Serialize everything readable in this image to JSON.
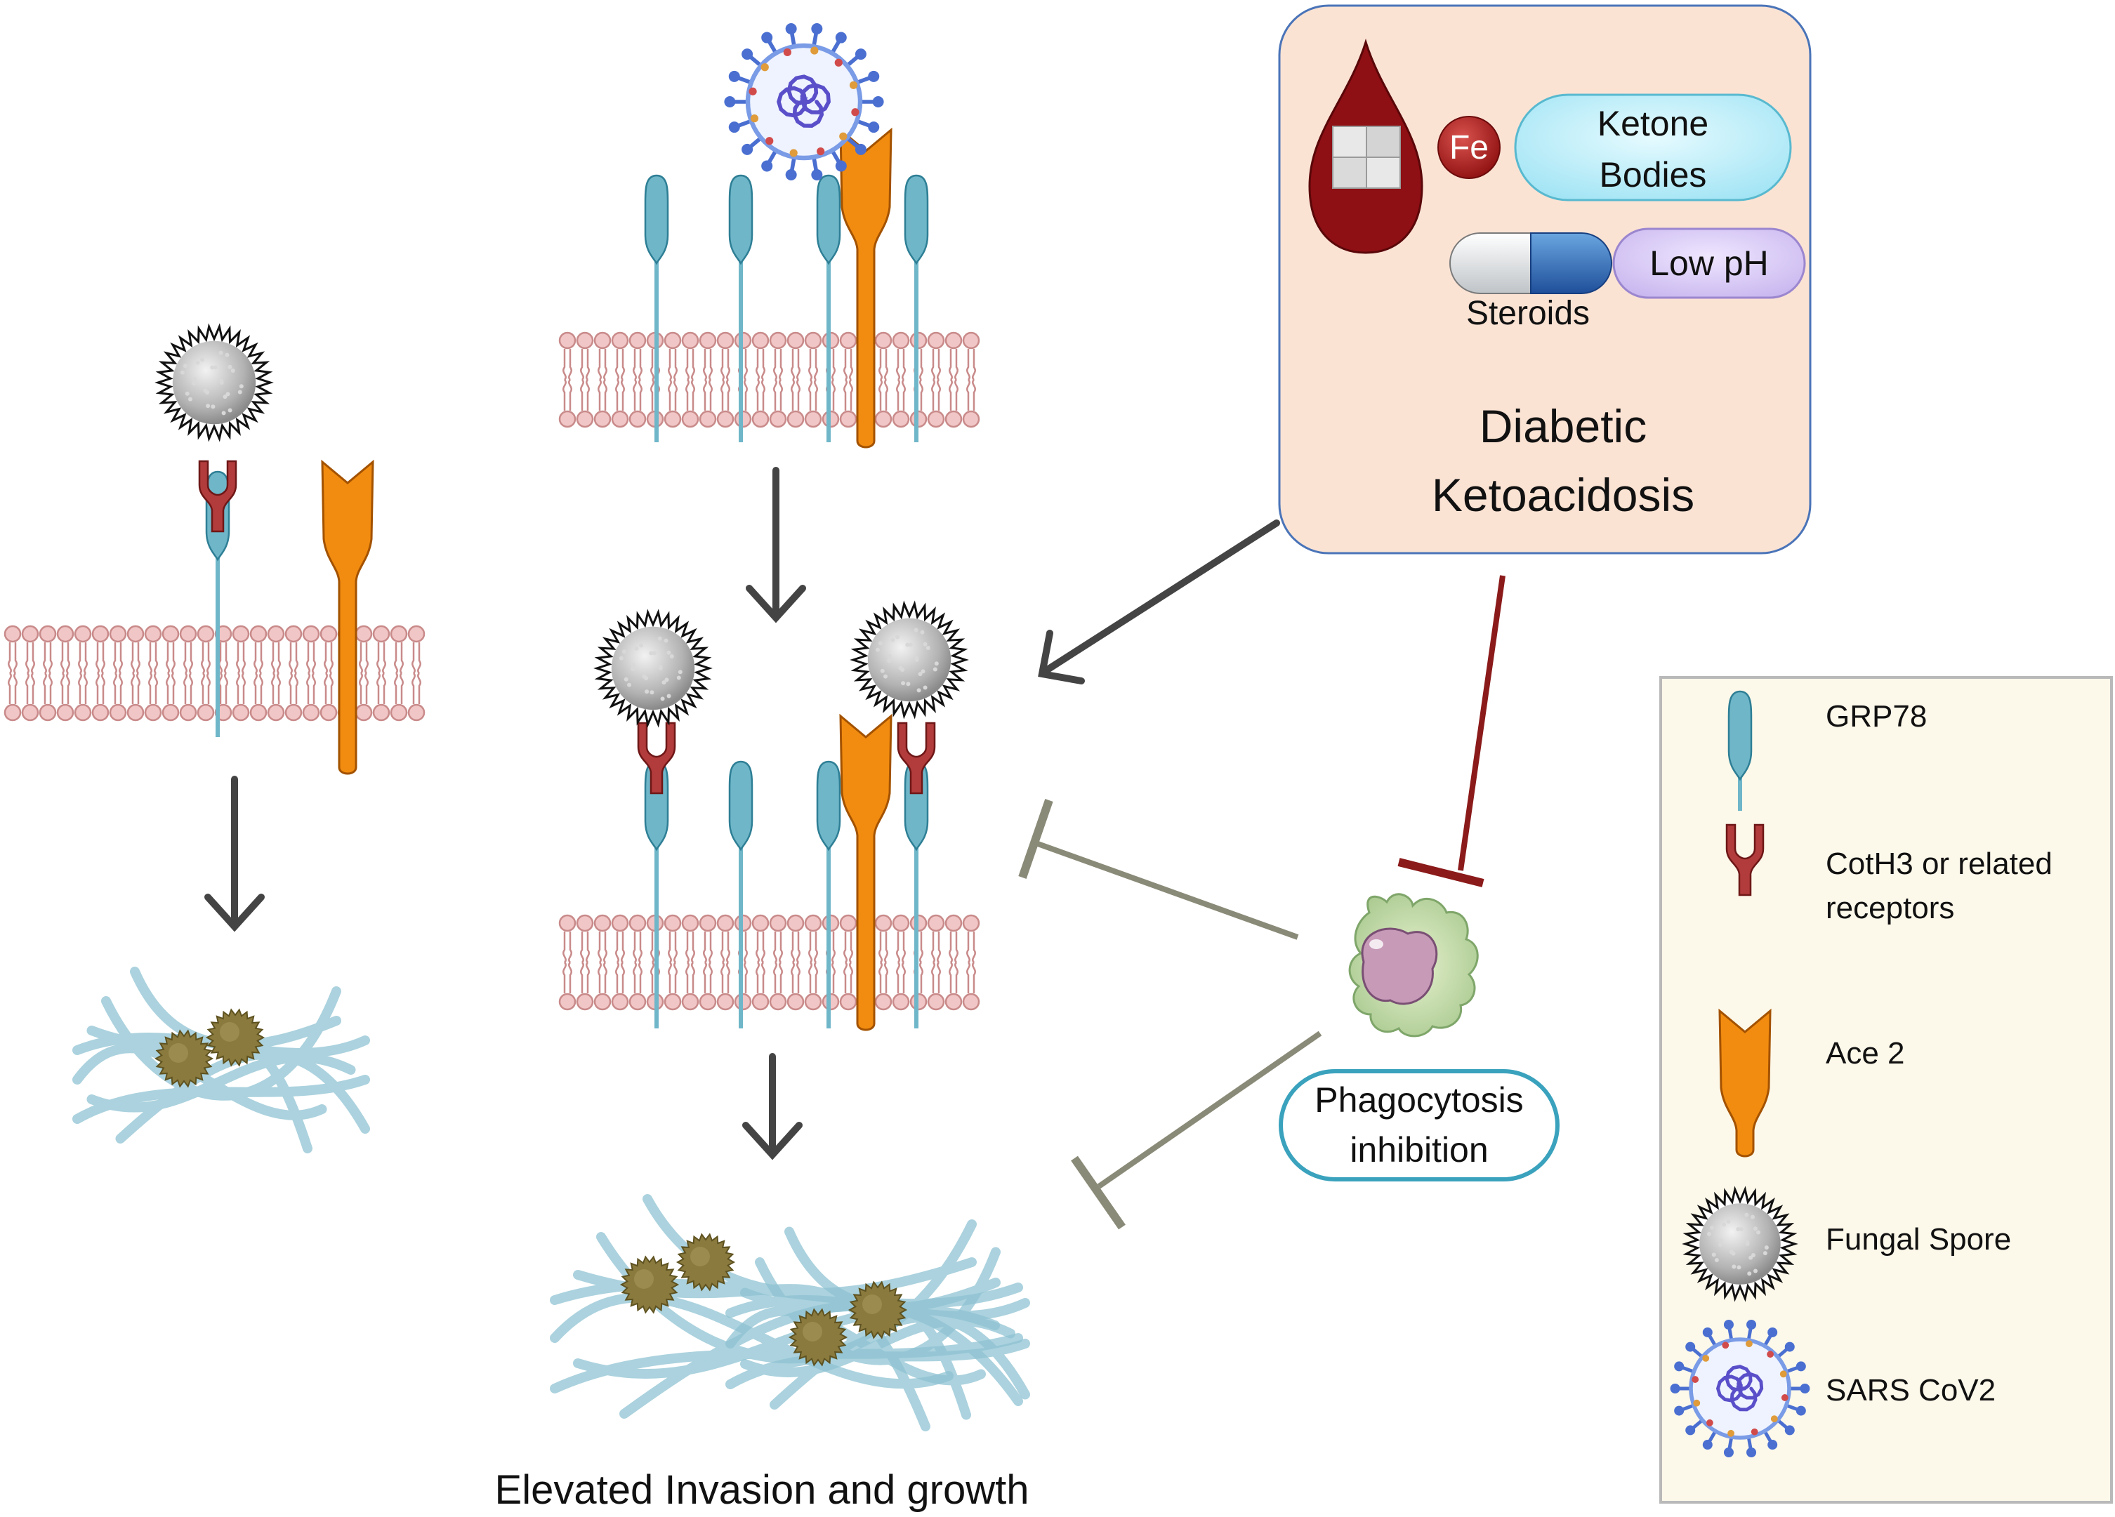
{
  "dka_box": {
    "title_line1": "Diabetic",
    "title_line2": "Ketoacidosis",
    "fe_label": "Fe",
    "ketone_line1": "Ketone",
    "ketone_line2": "Bodies",
    "low_ph_label": "Low pH",
    "steroids_label": "Steroids"
  },
  "phagocytosis": {
    "line1": "Phagocytosis",
    "line2": "inhibition"
  },
  "caption": "Elevated Invasion and growth",
  "legend": {
    "items": [
      {
        "label": "GRP78",
        "icon": "grp78-icon"
      },
      {
        "label_line1": "CotH3 or related",
        "label_line2": "receptors",
        "icon": "coth3-icon"
      },
      {
        "label": "Ace 2",
        "icon": "ace2-icon"
      },
      {
        "label": "Fungal Spore",
        "icon": "fungal-spore-icon"
      },
      {
        "label": "SARS CoV2",
        "icon": "sars-cov2-icon"
      }
    ]
  },
  "colors": {
    "membrane": "#c98a8a",
    "grp78": "#6fb6c9",
    "coth3": "#b23b3b",
    "ace2": "#f28c10",
    "spore": "#b5b5b5",
    "hyphae": "#8fc3d3",
    "dka_box_fill": "#fbe3d4",
    "inhibit_red": "#8b1a1a",
    "inhibit_gray": "#8a8a78",
    "arrow": "#444444"
  }
}
